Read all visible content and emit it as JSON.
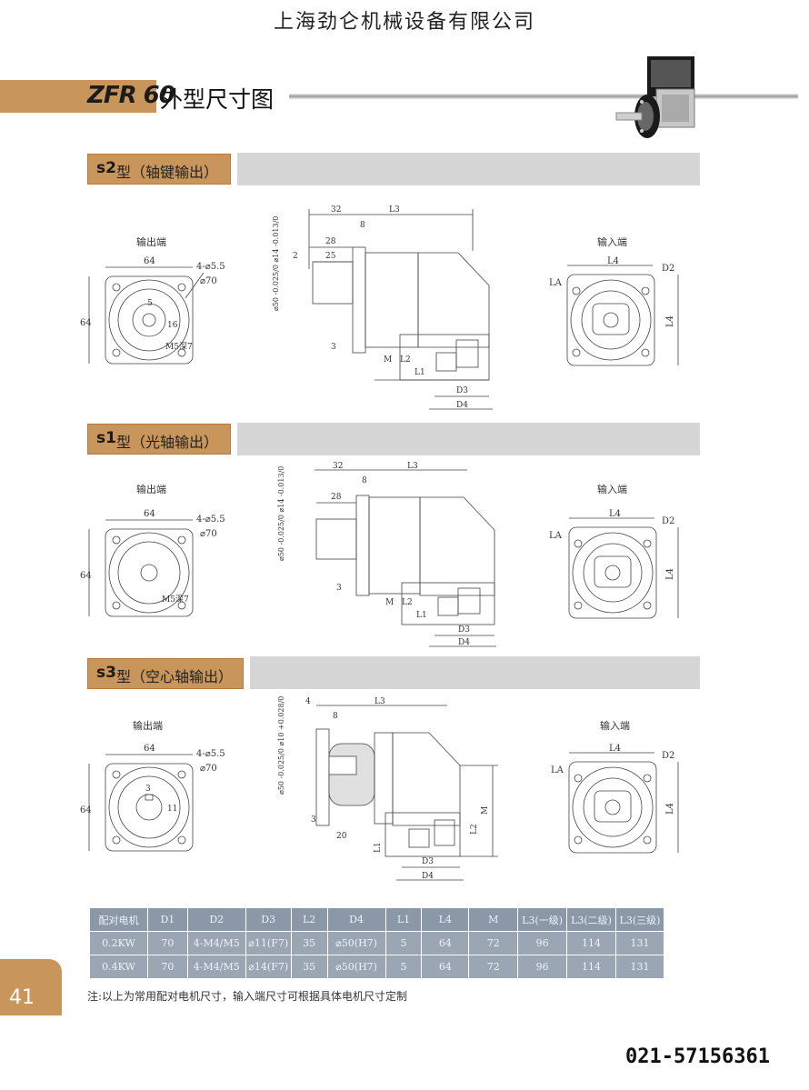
{
  "header": {
    "company": "上海劲仑机械设备有限公司"
  },
  "page_title": {
    "model": "ZFR 60",
    "text": "外型尺寸图"
  },
  "sections": [
    {
      "code": "s2",
      "name": "型（轴键输出）"
    },
    {
      "code": "s1",
      "name": "型（光轴输出）"
    },
    {
      "code": "s3",
      "name": "型（空心轴输出）"
    }
  ],
  "views": {
    "output_end": "输出端",
    "input_end": "输入端"
  },
  "dims": {
    "d64": "64",
    "hole": "4-⌀5.5",
    "pcd": "⌀70",
    "key5": "5",
    "key16": "16",
    "tap": "M5深7",
    "d32": "32",
    "d8": "8",
    "d28": "28",
    "d25": "25",
    "d2": "2",
    "d3": "3",
    "d4": "4",
    "d20": "20",
    "L1": "L1",
    "L2": "L2",
    "L3": "L3",
    "L4": "L4",
    "LA": "LA",
    "D2": "D2",
    "D3": "D3",
    "D4": "D4",
    "M": "M",
    "shaft_s2": "⌀50 -0.025/0  ⌀14 -0.013/0",
    "shaft_s1": "⌀50 -0.025/0  ⌀14 -0.013/0",
    "shaft_s3": "⌀50 -0.025/0  ⌀10 +0.028/0",
    "bore11": "11",
    "bore3": "3"
  },
  "table": {
    "headers": [
      "配对电机",
      "D1",
      "D2",
      "D3",
      "L2",
      "D4",
      "L1",
      "L4",
      "M",
      "L3(一级)",
      "L3(二级)",
      "L3(三级)"
    ],
    "rows": [
      [
        "0.2KW",
        "70",
        "4-M4/M5",
        "⌀11(F7)",
        "35",
        "⌀50(H7)",
        "5",
        "64",
        "72",
        "96",
        "114",
        "131"
      ],
      [
        "0.4KW",
        "70",
        "4-M4/M5",
        "⌀14(F7)",
        "35",
        "⌀50(H7)",
        "5",
        "64",
        "72",
        "96",
        "114",
        "131"
      ]
    ]
  },
  "footer": {
    "page_number": "41",
    "note": "注:以上为常用配对电机尺寸，输入端尺寸可根据具体电机尺寸定制",
    "phone": "021-57156361"
  },
  "colors": {
    "accent": "#c8955b",
    "table_header": "#8b98a8",
    "table_cell": "#9aa6b4",
    "section_grey": "#d6d6d6"
  }
}
